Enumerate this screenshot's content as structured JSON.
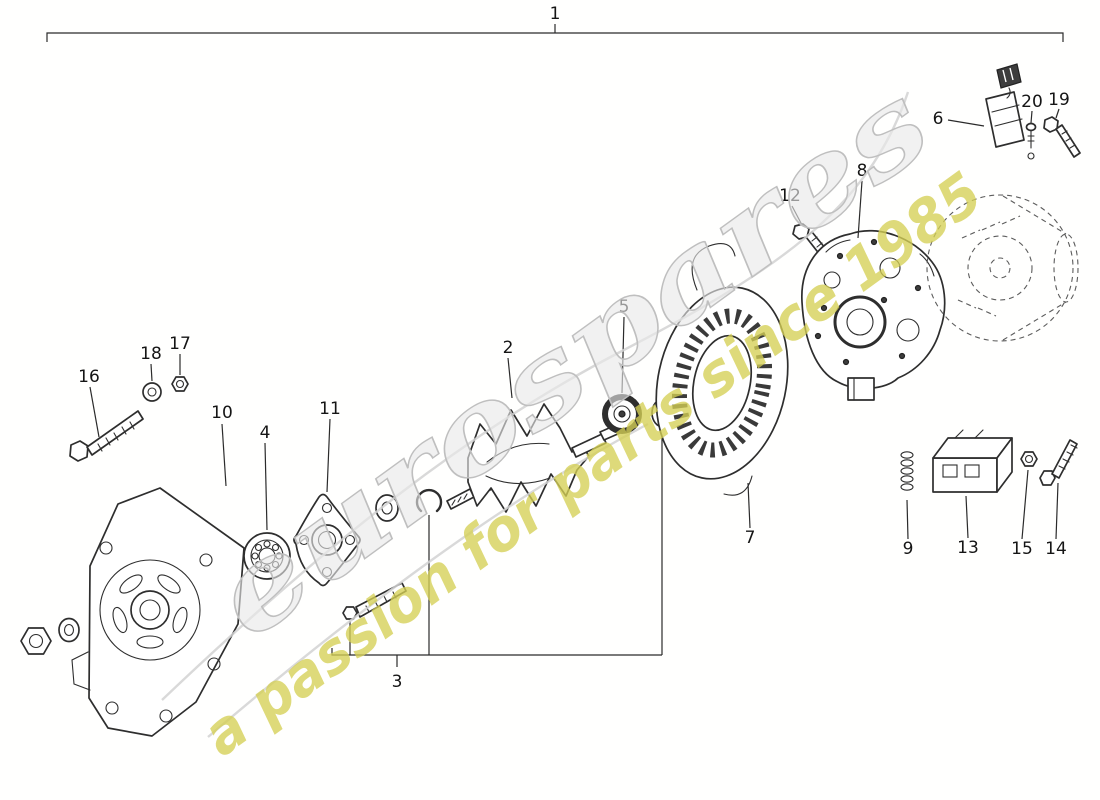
{
  "watermark": {
    "brand": "eurospares",
    "tagline": "a passion for parts since 1985"
  },
  "labels": {
    "1": "1",
    "2": "2",
    "3": "3",
    "4": "4",
    "5": "5",
    "6": "6",
    "7": "7",
    "8": "8",
    "9": "9",
    "10": "10",
    "11": "11",
    "12": "12",
    "13": "13",
    "14": "14",
    "15": "15",
    "16": "16",
    "17": "17",
    "18": "18",
    "19": "19",
    "20": "20"
  }
}
